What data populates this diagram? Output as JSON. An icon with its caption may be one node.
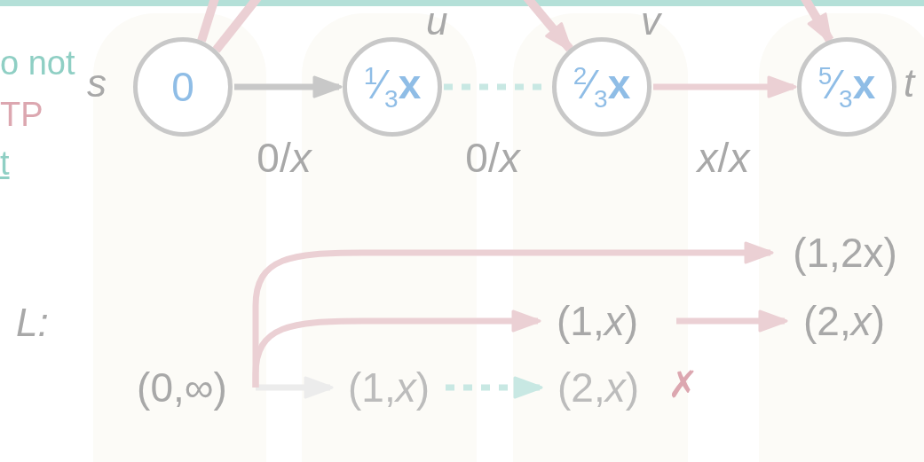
{
  "diagram": {
    "nodes": [
      {
        "text": [
          "0"
        ],
        "beside": [
          "s"
        ]
      },
      {
        "text": [
          "$^{1}$⁄$_{3}$**x**"
        ],
        "beside": [
          "u"
        ]
      },
      {
        "text": [
          "$^{2}$⁄$_{3}$**x**"
        ],
        "beside": [
          "v"
        ]
      },
      {
        "text": [
          "$^{5}$⁄$_{3}$**x**"
        ],
        "beside": [
          "t"
        ]
      },
      {
        "text": [
          "(0,∞)"
        ]
      },
      {
        "text": [
          "(1,*x*)"
        ]
      },
      {
        "text": [
          "(2,*x*)"
        ],
        "beside": [
          "✗"
        ]
      },
      {
        "text": [
          "(1,*x*)"
        ]
      },
      {
        "text": [
          "(2,*x*)"
        ]
      },
      {
        "text": [
          "(1,2x)"
        ]
      }
    ],
    "edges": [
      {
        "from": 0,
        "to": 1,
        "arrow": "to",
        "label": "0/*x*",
        "color": "#c8c8c8"
      },
      {
        "from": 1,
        "to": 2,
        "arrow": "none",
        "label": "0/*x*",
        "style": "dashed",
        "color": "#c8e8e3"
      },
      {
        "from": 2,
        "to": 3,
        "arrow": "to",
        "label": "*x*/*x*"
      },
      {
        "from": 0,
        "to": null,
        "arrow": "none"
      },
      {
        "from": 0,
        "to": null,
        "arrow": "none"
      },
      {
        "from": null,
        "to": 2,
        "arrow": "to"
      },
      {
        "from": null,
        "to": 3,
        "arrow": "to"
      },
      {
        "from": 4,
        "to": 5,
        "arrow": "to",
        "color": "#ececec"
      },
      {
        "from": 5,
        "to": 6,
        "arrow": "to",
        "style": "dashed",
        "color": "#c8e8e3"
      },
      {
        "from": 4,
        "to": 7,
        "arrow": "to"
      },
      {
        "from": 4,
        "to": 9,
        "arrow": "to"
      },
      {
        "from": 7,
        "to": 8,
        "arrow": "to"
      }
    ],
    "labels": [
      "o not",
      "TP",
      "t",
      "L:"
    ]
  }
}
